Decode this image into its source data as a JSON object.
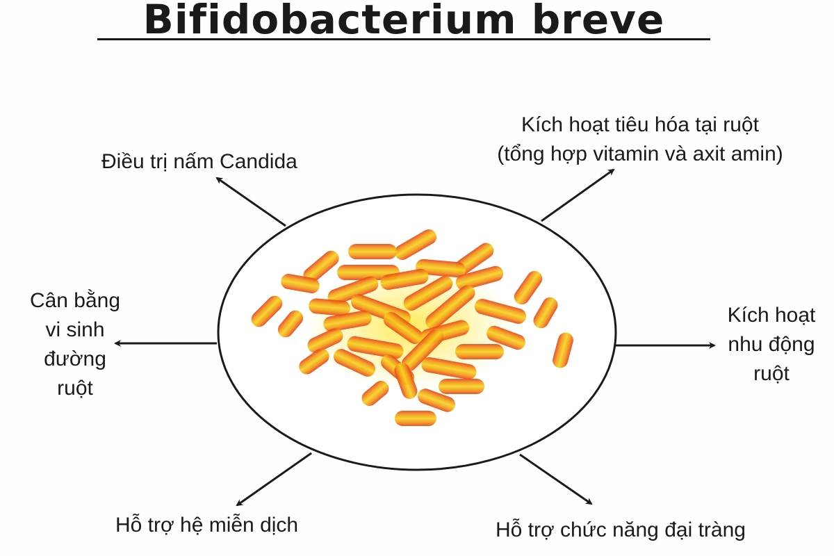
{
  "title": "Bifidobacterium breve",
  "benefits": {
    "candida": "Điều trị nấm Candida",
    "digestion": {
      "line1": "Kích hoạt tiêu hóa tại ruột",
      "line2": "(tổng hợp vitamin và axit amin)"
    },
    "microbiome": {
      "line1": "Cân bằng",
      "line2": "vi sinh",
      "line3": "đường",
      "line4": "ruột"
    },
    "peristalsis": {
      "line1": "Kích hoạt",
      "line2": "nhu động",
      "line3": "ruột"
    },
    "immune": "Hỗ trợ hệ miễn dịch",
    "colon": "Hỗ trợ chức năng đại tràng"
  },
  "colors": {
    "bacteria_core": "#f5d21e",
    "bacteria_edge": "#e8451a",
    "bacteria_mid": "#f39a1c",
    "ink": "#1a1a1a"
  }
}
